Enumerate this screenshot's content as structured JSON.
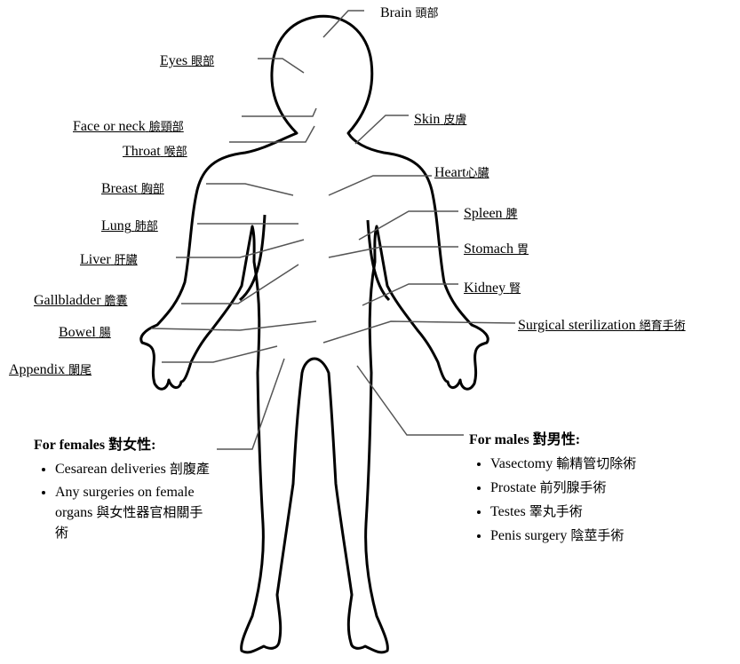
{
  "labels": {
    "brain": {
      "en": "Brain",
      "zh": "頭部"
    },
    "eyes": {
      "en": "Eyes",
      "zh": "眼部"
    },
    "face_neck": {
      "en": "Face or neck",
      "zh": "臉頸部"
    },
    "throat": {
      "en": "Throat",
      "zh": "喉部"
    },
    "skin": {
      "en": "Skin",
      "zh": "皮膚"
    },
    "breast": {
      "en": "Breast",
      "zh": "胸部"
    },
    "heart": {
      "en": "Heart",
      "zh": "心臟"
    },
    "lung": {
      "en": "Lung",
      "zh": "肺部"
    },
    "spleen": {
      "en": "Spleen",
      "zh": "脾"
    },
    "liver": {
      "en": "Liver",
      "zh": "肝臟"
    },
    "stomach": {
      "en": "Stomach",
      "zh": "胃"
    },
    "kidney": {
      "en": "Kidney",
      "zh": "腎"
    },
    "gallbladder": {
      "en": "Gallbladder",
      "zh": "膽囊"
    },
    "surgical_sterilization": {
      "en": "Surgical sterilization",
      "zh": "絕育手術"
    },
    "bowel": {
      "en": "Bowel",
      "zh": "腸"
    },
    "appendix": {
      "en": "Appendix",
      "zh": "闌尾"
    }
  },
  "females": {
    "heading_en": "For females",
    "heading_zh": "對女性",
    "heading_colon": ":",
    "items": [
      {
        "en": "Cesarean deliveries",
        "zh": "剖腹產"
      },
      {
        "en": "Any surgeries on female organs",
        "zh": "與女性器官相關手術"
      }
    ]
  },
  "males": {
    "heading_en": "For males",
    "heading_zh": "對男性",
    "heading_colon": ":",
    "items": [
      {
        "en": "Vasectomy",
        "zh": "輸精管切除術"
      },
      {
        "en": "Prostate",
        "zh": "前列腺手術"
      },
      {
        "en": "Testes",
        "zh": "睪丸手術"
      },
      {
        "en": "Penis surgery",
        "zh": "陰莖手術"
      }
    ]
  }
}
